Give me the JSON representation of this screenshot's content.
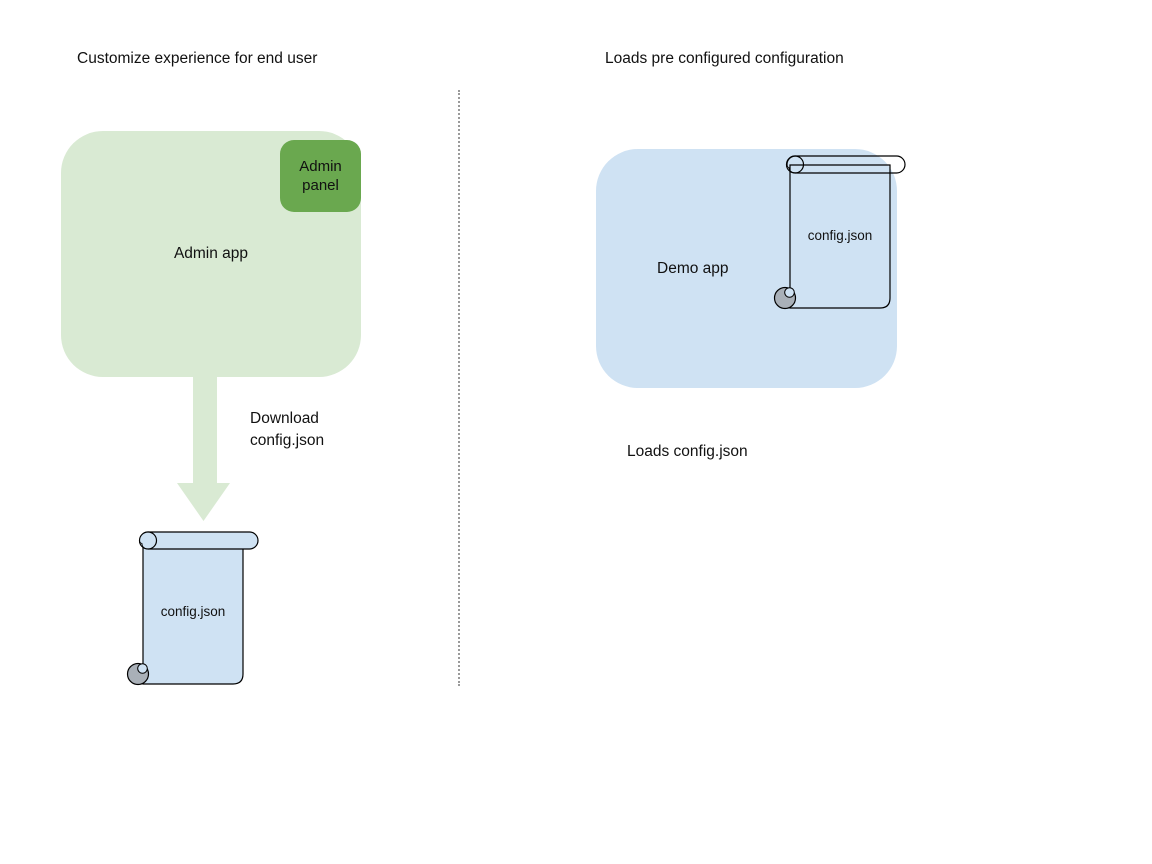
{
  "left_section": {
    "title": "Customize experience for end user",
    "admin_app": {
      "label": "Admin app",
      "fill": "#d9ead3"
    },
    "admin_panel": {
      "label": "Admin panel",
      "fill": "#6aa84f"
    },
    "arrow": {
      "label": "Download config.json",
      "fill": "#d9ead3"
    },
    "config_file": {
      "label": "config.json",
      "fill": "#cfe2f3",
      "curl_fill": "#a9b0b8",
      "outline": "#000000"
    }
  },
  "divider": {
    "style": "dotted",
    "color": "#9a9a9a"
  },
  "right_section": {
    "title": "Loads pre configured configuration",
    "demo_app": {
      "label": "Demo app",
      "fill": "#cfe2f3"
    },
    "config_file": {
      "label": "config.json",
      "fill": "none",
      "notch_fill": "#cfe2f3",
      "curl_fill": "#a9b0b8",
      "outline": "#000000"
    },
    "caption": "Loads config.json"
  }
}
